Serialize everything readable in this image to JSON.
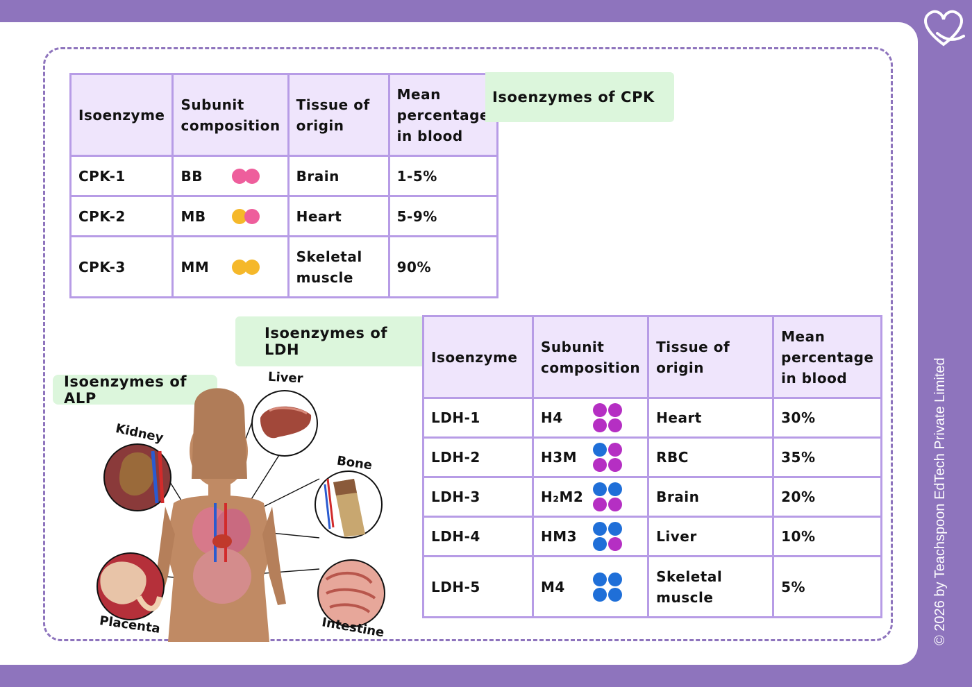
{
  "brand": {
    "copyright": "© 2026 by Teachspoon EdTech Private Limited",
    "logo_icon": "heart-outline-icon"
  },
  "colors": {
    "frame": "#8e74bd",
    "table_border": "#b79ce6",
    "header_fill": "#efe5fc",
    "label_fill": "#dcf6dc",
    "cpk_b": "#ee5e9c",
    "cpk_m": "#f5b82a",
    "ldh_h": "#b52fc3",
    "ldh_m": "#1f6fd8"
  },
  "cpk": {
    "title": "Isoenzymes of CPK",
    "headers": [
      "Isoenzyme",
      "Subunit composition",
      "Tissue of origin",
      "Mean percentage in blood"
    ],
    "rows": [
      {
        "isoenzyme": "CPK-1",
        "subunit": "BB",
        "tissue": "Brain",
        "percent": "1-5%",
        "dots": [
          "B",
          "B"
        ]
      },
      {
        "isoenzyme": "CPK-2",
        "subunit": "MB",
        "tissue": "Heart",
        "percent": "5-9%",
        "dots": [
          "M",
          "B"
        ]
      },
      {
        "isoenzyme": "CPK-3",
        "subunit": "MM",
        "tissue": "Skeletal muscle",
        "percent": "90%",
        "dots": [
          "M",
          "M"
        ]
      }
    ]
  },
  "ldh": {
    "title": "Isoenzymes of LDH",
    "headers": [
      "Isoenzyme",
      "Subunit composition",
      "Tissue of origin",
      "Mean percentage in blood"
    ],
    "rows": [
      {
        "isoenzyme": "LDH-1",
        "subunit": "H4",
        "tissue": "Heart",
        "percent": "30%",
        "dots": [
          "H",
          "H",
          "H",
          "H"
        ]
      },
      {
        "isoenzyme": "LDH-2",
        "subunit": "H3M",
        "tissue": "RBC",
        "percent": "35%",
        "dots": [
          "M",
          "H",
          "H",
          "H"
        ]
      },
      {
        "isoenzyme": "LDH-3",
        "subunit": "H₂M2",
        "tissue": "Brain",
        "percent": "20%",
        "dots": [
          "M",
          "M",
          "H",
          "H"
        ]
      },
      {
        "isoenzyme": "LDH-4",
        "subunit": "HM3",
        "tissue": "Liver",
        "percent": "10%",
        "dots": [
          "M",
          "M",
          "M",
          "H"
        ]
      },
      {
        "isoenzyme": "LDH-5",
        "subunit": "M4",
        "tissue": "Skeletal muscle",
        "percent": "5%",
        "dots": [
          "M",
          "M",
          "M",
          "M"
        ]
      }
    ]
  },
  "alp": {
    "title": "Isoenzymes of ALP",
    "organs": {
      "liver": "Liver",
      "kidney": "Kidney",
      "bone": "Bone",
      "placenta": "Placenta",
      "intestine": "Intestine"
    }
  }
}
